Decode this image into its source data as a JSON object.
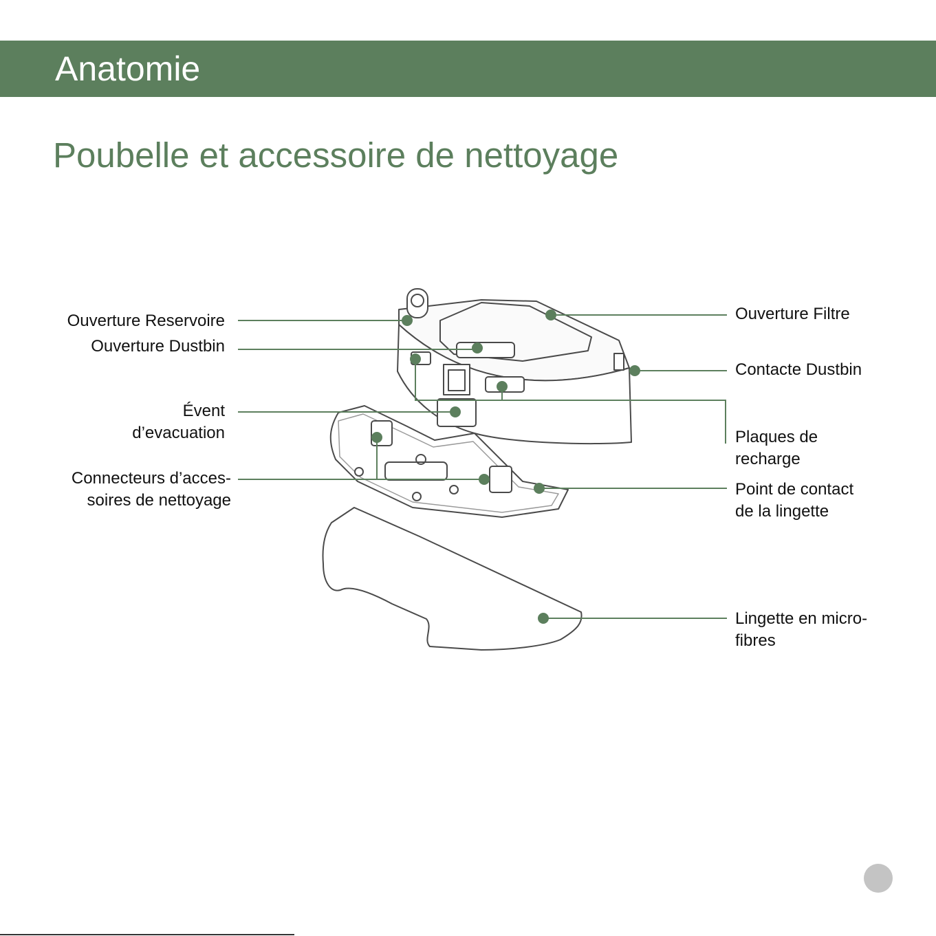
{
  "header": {
    "title": "Anatomie"
  },
  "section": {
    "title": "Poubelle et accessoire de nettoyage"
  },
  "colors": {
    "accent": "#5c7f5d",
    "page_dot": "#c4c4c4"
  },
  "callouts": {
    "ouverture_reservoir": "Ouverture Reservoire",
    "ouverture_dustbin": "Ouverture Dustbin",
    "event": [
      "Évent",
      "d’evacuation"
    ],
    "connecteurs": [
      "Connecteurs d’acces-",
      "soires de nettoyage"
    ],
    "ouverture_filtre": "Ouverture Filtre",
    "contacte_dustbin": "Contacte Dustbin",
    "plaques": [
      "Plaques de",
      "recharge"
    ],
    "point_contact": [
      "Point de contact",
      "de la lingette"
    ],
    "lingette": [
      "Lingette en micro-",
      "fibres"
    ]
  }
}
